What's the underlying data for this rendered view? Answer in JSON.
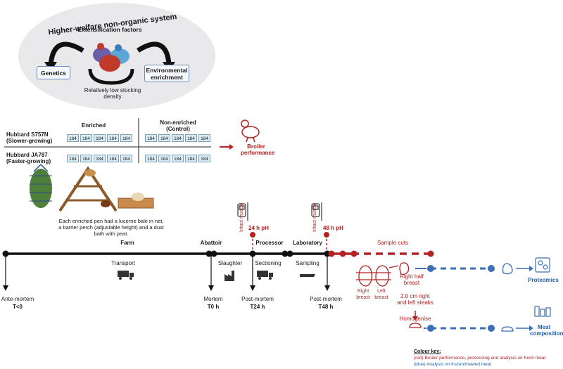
{
  "top": {
    "system_title": "Higher-welfare non-organic system",
    "factors_title": "Extensification factors",
    "genetics": "Genetics",
    "enrichment": "Environmental enrichment",
    "density": "Relatively low stocking density"
  },
  "design": {
    "enriched_label": "Enriched",
    "nonenriched_label": "Non-enriched",
    "control_label": "(Control)",
    "breed1_name": "Hubbard S757N",
    "breed1_type": "(Slower-growing)",
    "breed2_name": "Hubbard JA787",
    "breed2_type": "(Faster-growing)",
    "cell_value": "184",
    "broiler_performance": "Broiler performance",
    "pen_caption": "Each enriched pen had a lucerne bale in net, a barrier perch (adjustable height) and a dust bath with peat."
  },
  "timeline": {
    "farm": "Farm",
    "abattoir": "Abattoir",
    "processor": "Processor",
    "laboratory": "Laboratory",
    "sample_cuts": "Sample cuts",
    "transport": "Transport",
    "slaughter": "Slaughter",
    "sectioning": "Sectioning",
    "sampling": "Sampling",
    "intact_muscle_1": "Intact muscle",
    "ph_24": "24 h pH",
    "intact_muscle_2": "Intact muscle",
    "ph_48": "48 h pH",
    "antemortem": "Ante-mortem",
    "t_lt0": "T<0",
    "mortem": "Mortem",
    "t0": "T0 h",
    "postmortem24": "Post-mortem",
    "t24": "T24 h",
    "postmortem48": "Post-mortem",
    "t48": "T48 h"
  },
  "samples": {
    "right_breast": "Right breast",
    "left_breast": "Left breast",
    "right_half": "Right half breast",
    "steaks": "2.0 cm right and left steaks",
    "homogenise": "Homogenise",
    "proteomics": "Proteomics",
    "meat_composition": "Meat composition"
  },
  "key": {
    "title": "Colour key:",
    "red": "(red) Broiler performance, processing and analysis on fresh meat",
    "blue": "(blue) Analysis on frozen/thawed meat"
  },
  "colors": {
    "red": "#b22222",
    "blue": "#3b6fb6",
    "dark": "#1a1a1a",
    "ellipse": "#e9e9eb"
  }
}
